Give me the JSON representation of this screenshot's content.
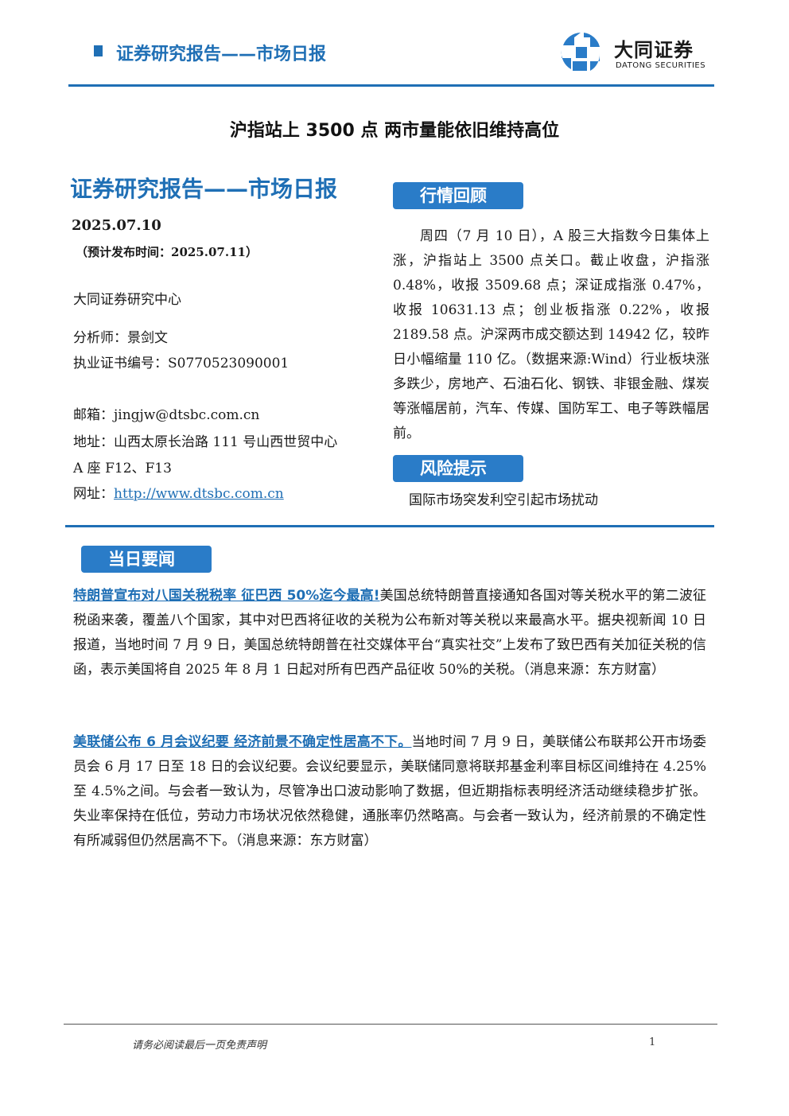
{
  "header": {
    "series_title": "证券研究报告——市场日报",
    "logo_name": "大同证券",
    "logo_en": "DATONG SECURITIES"
  },
  "report": {
    "title": "沪指站上 3500 点 两市量能依旧维持高位",
    "series_title": "证券研究报告——市场日报",
    "date": "2025.07.10",
    "publish_note": "（预计发布时间：2025.07.11）",
    "research_center": "大同证券研究中心",
    "analyst": "分析师：景剑文",
    "license": "执业证书编号：S0770523090001",
    "email": "邮箱：jingjw@dtsbc.com.cn",
    "address_line1": "地址：山西太原长治路 111 号山西世贸中心",
    "address_line2": "A 座 F12、F13",
    "website_label": "网址：",
    "website_url": "http://www.dtsbc.com.cn"
  },
  "market_review": {
    "label": "行情回顾",
    "text": "周四（7 月 10 日），A 股三大指数今日集体上涨，沪指站上 3500 点关口。截止收盘，沪指涨 0.48%，收报 3509.68 点；深证成指涨 0.47%，收报 10631.13 点；创业板指涨 0.22%，收报 2189.58 点。沪深两市成交额达到 14942 亿，较昨日小幅缩量 110 亿。（数据来源:Wind）行业板块涨多跌少，房地产、石油石化、钢铁、非银金融、煤炭等涨幅居前，汽车、传媒、国防军工、电子等跌幅居前。"
  },
  "risk": {
    "label": "风险提示",
    "text": "国际市场突发利空引起市场扰动"
  },
  "news": {
    "label": "当日要闻",
    "items": [
      {
        "headline": "特朗普宣布对八国关税税率 征巴西 50%迄今最高!",
        "body": "美国总统特朗普直接通知各国对等关税水平的第二波征税函来袭，覆盖八个国家，其中对巴西将征收的关税为公布新对等关税以来最高水平。据央视新闻 10 日报道，当地时间 7 月 9 日，美国总统特朗普在社交媒体平台“真实社交”上发布了致巴西有关加征关税的信函，表示美国将自 2025 年 8 月 1 日起对所有巴西产品征收 50%的关税。（消息来源：东方财富）"
      },
      {
        "headline": "美联储公布 6 月会议纪要 经济前景不确定性居高不下。",
        "body": "当地时间 7 月 9 日，美联储公布联邦公开市场委员会 6 月 17 日至 18 日的会议纪要。会议纪要显示，美联储同意将联邦基金利率目标区间维持在 4.25%至 4.5%之间。与会者一致认为，尽管净出口波动影响了数据，但近期指标表明经济活动继续稳步扩张。失业率保持在低位，劳动力市场状况依然稳健，通胀率仍然略高。与会者一致认为，经济前景的不确定性有所减弱但仍然居高不下。（消息来源：东方财富）"
      }
    ]
  },
  "footer": {
    "disclaimer": "请务必阅读最后一页免责声明",
    "page": "1"
  },
  "colors": {
    "accent": "#1f6fb5",
    "pill": "#2a7cc8"
  }
}
